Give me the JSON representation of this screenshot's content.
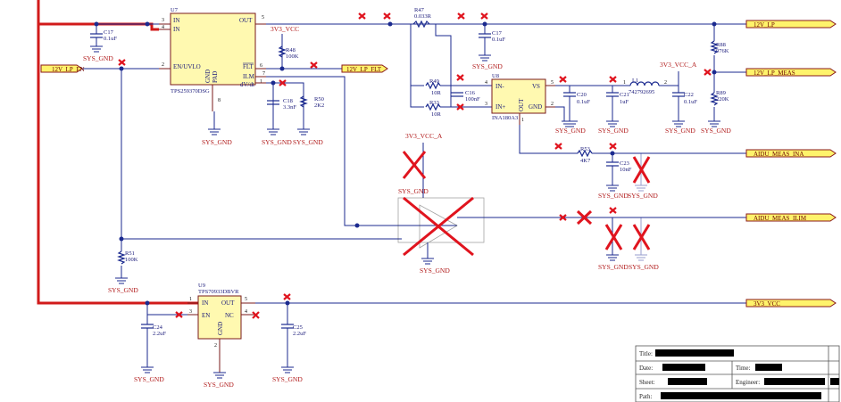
{
  "ic": {
    "u7": {
      "ref": "U7",
      "part": "TPS259370DSG",
      "pins": {
        "in1": "IN",
        "in2": "IN",
        "en": "EN/UVLO",
        "out": "OUT",
        "flt": "FLT",
        "ilm": "ILM",
        "dvdt": "dV/dt",
        "gnd": "GND",
        "pad": "PAD"
      },
      "pinnum": {
        "p3": "3",
        "p4": "4",
        "p2": "2",
        "p5": "5",
        "p6": "6",
        "p7": "7",
        "p1": "1",
        "p8": "8"
      }
    },
    "u8": {
      "ref": "U8",
      "part": "INA180A3",
      "pins": {
        "inm": "IN-",
        "inp": "IN+",
        "vs": "VS",
        "out": "OUT",
        "gnd": "GND"
      },
      "pinnum": {
        "p4": "4",
        "p3": "3",
        "p5": "5",
        "p2": "2",
        "p1": "1"
      }
    },
    "u9": {
      "ref": "U9",
      "part": "TPS70933DBVR",
      "pins": {
        "in": "IN",
        "out": "OUT",
        "en": "EN",
        "nc": "NC",
        "gnd": "GND"
      },
      "pinnum": {
        "p1": "1",
        "p3": "3",
        "p5": "5",
        "p4": "4",
        "p2": "2"
      }
    }
  },
  "parts": {
    "c17a": {
      "ref": "C17",
      "val": "0.1uF"
    },
    "c17b": {
      "ref": "C17",
      "val": "0.1uF"
    },
    "r48": {
      "ref": "R48",
      "val": "100K"
    },
    "r47": {
      "ref": "R47",
      "val": "0.033R"
    },
    "r49": {
      "ref": "R49",
      "val": "10R"
    },
    "r33": {
      "ref": "R33",
      "val": "10R"
    },
    "c16": {
      "ref": "C16",
      "val": "100nF"
    },
    "c18": {
      "ref": "C18",
      "val": "3.3nF"
    },
    "r50": {
      "ref": "R50",
      "val": "2K2"
    },
    "c20": {
      "ref": "C20",
      "val": "0.1uF"
    },
    "c21": {
      "ref": "C21",
      "val": "1uF"
    },
    "l1": {
      "ref": "L1",
      "val": "742792695"
    },
    "c22": {
      "ref": "C22",
      "val": "0.1uF"
    },
    "r88": {
      "ref": "R88",
      "val": "976K"
    },
    "r89": {
      "ref": "R89",
      "val": "220K"
    },
    "r53": {
      "ref": "R53",
      "val": "4K7"
    },
    "c23": {
      "ref": "C23",
      "val": "10nF"
    },
    "r51": {
      "ref": "R51",
      "val": "100K"
    },
    "c24": {
      "ref": "C24",
      "val": "2.2uF"
    },
    "c25": {
      "ref": "C25",
      "val": "2.2uF"
    }
  },
  "nets": {
    "v33a": "3V3_VCC",
    "v33b": "3V3_VCC_A",
    "v33c": "3V3_VCC_A",
    "gnd": "SYS_GND"
  },
  "ports": {
    "p12v_lp": "12V_LP",
    "p12v_lp_en": "12V_LP_EN",
    "p12v_lp_flt": "12V_LP_FLT",
    "p12v_lp_meas": "12V_LP_MEAS",
    "aidu_ina": "AIDU_MEAS_INA",
    "aidu_ilim": "AIDU_MEAS_ILIM",
    "p3v3": "3V3_VCC"
  },
  "titleblock": {
    "title": "Title:",
    "date": "Date:",
    "time": "Time:",
    "sheet": "Sheet:",
    "engineer": "Engineer:",
    "path": "Path:"
  },
  "colors": {
    "wire": "#1b2a8f",
    "power": "#d11a1a",
    "ic_fill": "#fff9b0",
    "no_fit": "#e0141e",
    "port_fill": "#fff36b"
  }
}
